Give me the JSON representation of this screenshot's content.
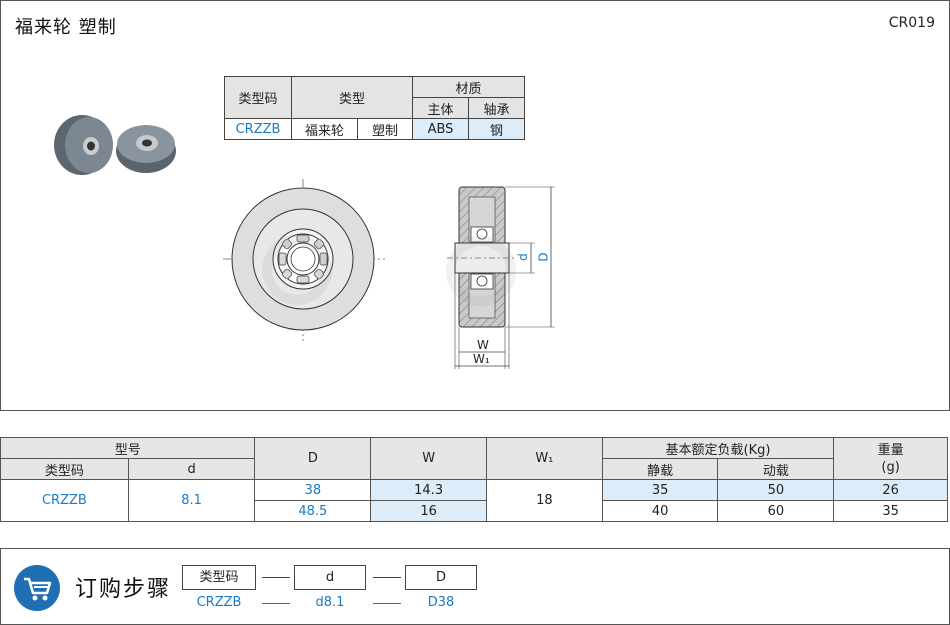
{
  "header": {
    "title": "福来轮   塑制",
    "code": "CR019"
  },
  "type_table": {
    "col_type_code": "类型码",
    "col_type": "类型",
    "col_material": "材质",
    "col_body": "主体",
    "col_bearing": "轴承",
    "row": {
      "type_code": "CRZZB",
      "type1": "福来轮",
      "type2": "塑制",
      "body": "ABS",
      "bearing": "钢"
    }
  },
  "drawing_labels": {
    "d": "d",
    "D": "D",
    "W": "W",
    "W1": "W₁"
  },
  "spec_table": {
    "h_model": "型号",
    "h_type_code": "类型码",
    "h_d": "d",
    "h_D": "D",
    "h_W": "W",
    "h_W1": "W₁",
    "h_load": "基本额定负载(Kg)",
    "h_static": "静载",
    "h_dynamic": "动载",
    "h_weight": "重量",
    "h_weight_unit": "(g)",
    "type_code": "CRZZB",
    "d": "8.1",
    "W1": "18",
    "rows": [
      {
        "D": "38",
        "W": "14.3",
        "static": "35",
        "dynamic": "50",
        "weight": "26"
      },
      {
        "D": "48.5",
        "W": "16",
        "static": "40",
        "dynamic": "60",
        "weight": "35"
      }
    ]
  },
  "order": {
    "title": "订购步骤",
    "boxes": [
      "类型码",
      "d",
      "D"
    ],
    "values": [
      "CRZZB",
      "d8.1",
      "D38"
    ]
  },
  "colors": {
    "accent": "#1a7cc4",
    "light_blue": "#dcecf8",
    "header_gray": "#e4e4e4"
  }
}
